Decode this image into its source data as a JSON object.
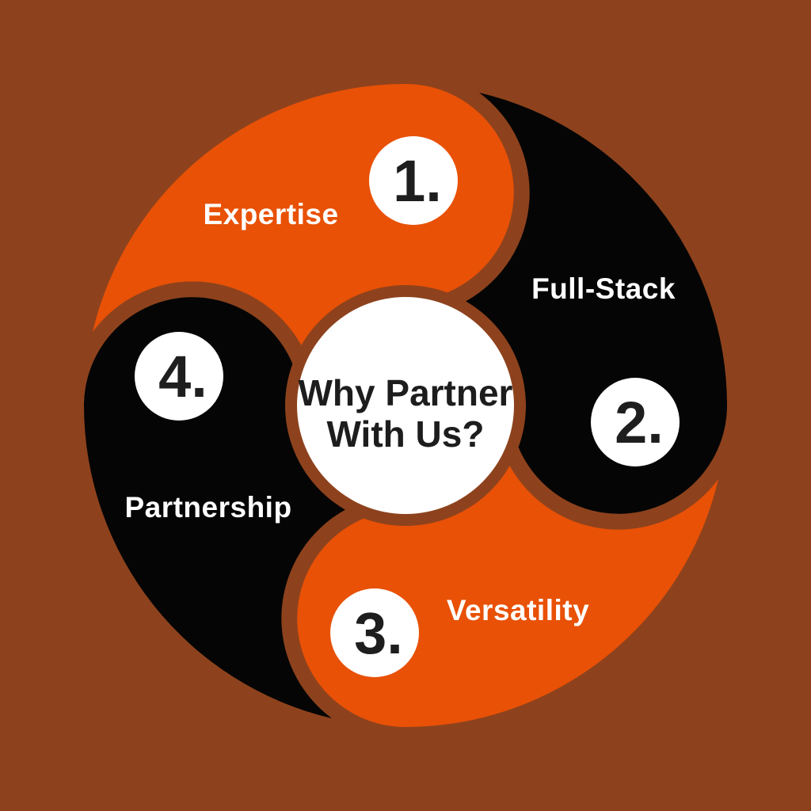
{
  "title": {
    "line1": "Why Partner",
    "line2": "With Us?"
  },
  "items": [
    {
      "number": "1.",
      "label": "Expertise",
      "color": "#E85106"
    },
    {
      "number": "2.",
      "label": "Full-Stack",
      "color": "#050505"
    },
    {
      "number": "3.",
      "label": "Versatility",
      "color": "#E85106"
    },
    {
      "number": "4.",
      "label": "Partnership",
      "color": "#050505"
    }
  ],
  "colors": {
    "background": "#8D421D",
    "orange": "#E85106",
    "black": "#050505",
    "center_fill": "#FFFFFF",
    "title_text": "#1D1D1D",
    "badge_fill": "#FFFFFF",
    "badge_text": "#1E1E1E",
    "label_text": "#FFFFFF"
  }
}
